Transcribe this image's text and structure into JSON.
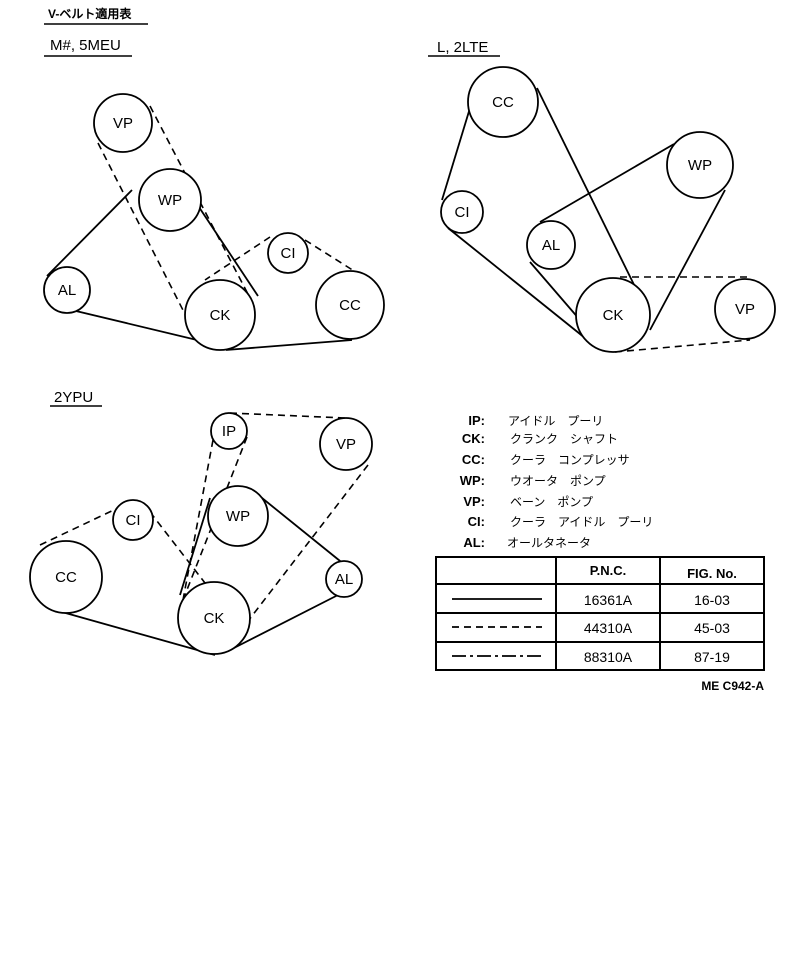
{
  "header": {
    "title": "V-ベルト適用表"
  },
  "diagrams": [
    {
      "title": "M#, 5MEU",
      "pulleys": [
        "VP",
        "WP",
        "AL",
        "CK",
        "CI",
        "CC"
      ]
    },
    {
      "title": "L, 2LTE",
      "pulleys": [
        "CC",
        "CI",
        "WP",
        "AL",
        "CK",
        "VP"
      ]
    },
    {
      "title": "2YPU",
      "pulleys": [
        "IP",
        "VP",
        "CI",
        "WP",
        "CC",
        "CK",
        "AL"
      ]
    }
  ],
  "legend": [
    {
      "key": "IP:",
      "value": "アイドル　プーリ"
    },
    {
      "key": "CK:",
      "value": "クランク　シャフト"
    },
    {
      "key": "CC:",
      "value": "クーラ　コンプレッサ"
    },
    {
      "key": "WP:",
      "value": "ウオータ　ポンプ"
    },
    {
      "key": "VP:",
      "value": "ベーン　ポンプ"
    },
    {
      "key": "CI:",
      "value": "クーラ　アイドル　プーリ"
    },
    {
      "key": "AL:",
      "value": "オールタネータ"
    }
  ],
  "table": {
    "headers": [
      "",
      "P.N.C.",
      "FIG. No."
    ],
    "rows": [
      {
        "line": "solid",
        "pnc": "16361A",
        "fig": "16-03"
      },
      {
        "line": "dashed",
        "pnc": "44310A",
        "fig": "45-03"
      },
      {
        "line": "dash-dot",
        "pnc": "88310A",
        "fig": "87-19"
      }
    ]
  },
  "footer": {
    "code": "ME C942-A"
  }
}
